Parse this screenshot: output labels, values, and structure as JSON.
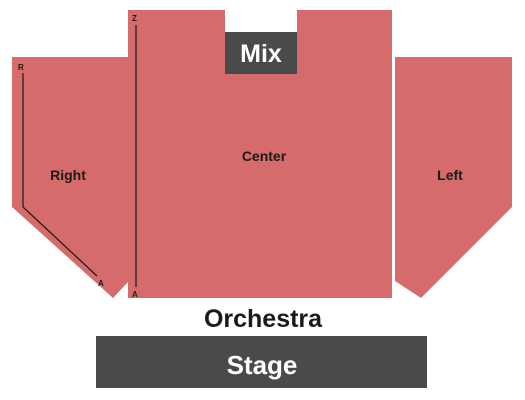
{
  "sections": {
    "right": {
      "label": "Right",
      "row_start": "R",
      "row_end": "A"
    },
    "center": {
      "label": "Center",
      "row_start": "Z",
      "row_end": "A"
    },
    "left": {
      "label": "Left"
    }
  },
  "mix": {
    "label": "Mix"
  },
  "orchestra": {
    "label": "Orchestra"
  },
  "stage": {
    "label": "Stage"
  },
  "colors": {
    "section_fill": "#d66b6b",
    "booth_fill": "#4a4a4a",
    "label_text": "#1a1a1a",
    "booth_text": "#ffffff"
  }
}
